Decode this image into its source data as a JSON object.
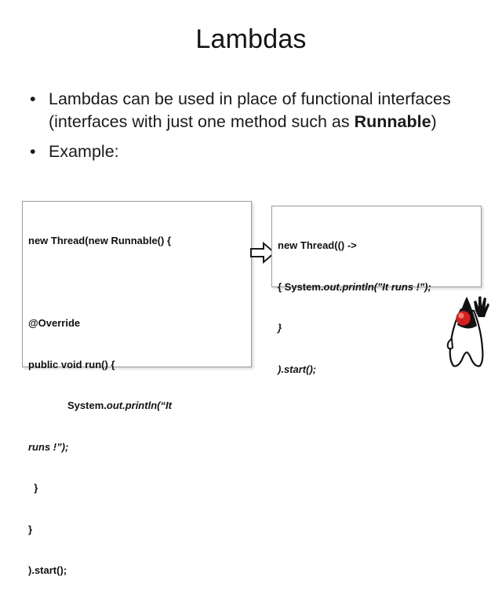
{
  "slide": {
    "title": "Lambdas",
    "bullets": [
      {
        "marker": "•",
        "text_before_bold": "Lambdas can be used in place of functional interfaces (interfaces with just one method such as ",
        "bold_text": "Runnable",
        "text_after_bold": ")"
      },
      {
        "marker": "•",
        "text": "Example:"
      }
    ]
  },
  "code_left": {
    "lines": [
      {
        "id": "l1",
        "plain": "new Thread(new Runnable() {"
      },
      {
        "id": "l2",
        "plain": ""
      },
      {
        "id": "l3",
        "plain": "@Override"
      },
      {
        "id": "l4",
        "plain": "public void run() {"
      },
      {
        "id": "l5",
        "indent": true,
        "plain": "System.",
        "italic": "out.println(“It"
      },
      {
        "id": "l6",
        "italic": "runs !”);"
      },
      {
        "id": "l7",
        "plain": "  }"
      },
      {
        "id": "l8",
        "plain": "}"
      },
      {
        "id": "l9",
        "plain": ").start();"
      }
    ]
  },
  "code_right": {
    "lines": [
      {
        "id": "r1",
        "plain": "new Thread(() ->"
      },
      {
        "id": "r2",
        "plain": "{ System.",
        "italic": "out.println(\"It runs !\");"
      },
      {
        "id": "r3",
        "italic": "}"
      },
      {
        "id": "r4",
        "italic": ").start();"
      }
    ]
  },
  "arrow": {
    "name": "right-block-arrow",
    "stroke": "#1a1a1a",
    "fill": "#ffffff"
  },
  "mascot": {
    "name": "java-duke-mascot",
    "body_color": "#111111",
    "nose_color": "#d42020",
    "nose_highlight": "#f07a70",
    "outline_color": "#111111"
  },
  "colors": {
    "background": "#ffffff",
    "text": "#1a1a1a",
    "box_border": "#9b9b9b"
  }
}
